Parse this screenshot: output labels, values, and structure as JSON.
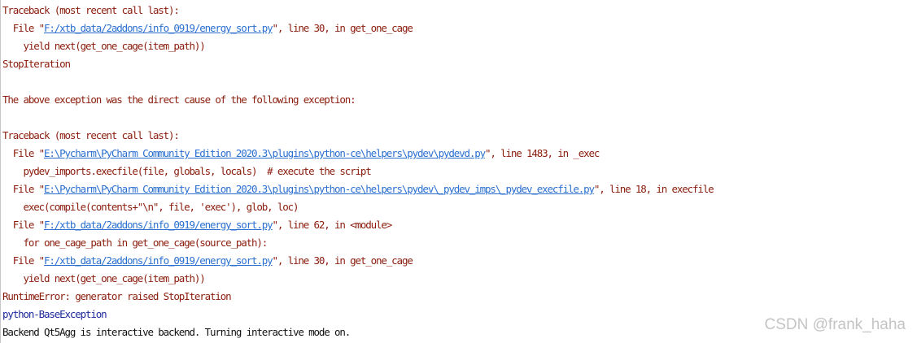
{
  "lines": [
    {
      "kind": "err",
      "text": "Traceback (most recent call last):"
    },
    {
      "kind": "file",
      "pre": "  File \"",
      "link": "F:/xtb_data/2addons/info_0919/energy_sort.py",
      "post": "\", line 30, in get_one_cage"
    },
    {
      "kind": "err",
      "text": "    yield next(get_one_cage(item_path))"
    },
    {
      "kind": "err",
      "text": "StopIteration"
    },
    {
      "kind": "err",
      "text": ""
    },
    {
      "kind": "err",
      "text": "The above exception was the direct cause of the following exception:"
    },
    {
      "kind": "err",
      "text": ""
    },
    {
      "kind": "err",
      "text": "Traceback (most recent call last):"
    },
    {
      "kind": "file",
      "pre": "  File \"",
      "link": "E:\\Pycharm\\PyCharm Community Edition 2020.3\\plugins\\python-ce\\helpers\\pydev\\pydevd.py",
      "post": "\", line 1483, in _exec"
    },
    {
      "kind": "err",
      "text": "    pydev_imports.execfile(file, globals, locals)  # execute the script"
    },
    {
      "kind": "file",
      "pre": "  File \"",
      "link": "E:\\Pycharm\\PyCharm Community Edition 2020.3\\plugins\\python-ce\\helpers\\pydev\\_pydev_imps\\_pydev_execfile.py",
      "post": "\", line 18, in execfile"
    },
    {
      "kind": "err",
      "text": "    exec(compile(contents+\"\\n\", file, 'exec'), glob, loc)"
    },
    {
      "kind": "file",
      "pre": "  File \"",
      "link": "F:/xtb_data/2addons/info_0919/energy_sort.py",
      "post": "\", line 62, in <module>"
    },
    {
      "kind": "err",
      "text": "    for one_cage_path in get_one_cage(source_path):"
    },
    {
      "kind": "file",
      "pre": "  File \"",
      "link": "F:/xtb_data/2addons/info_0919/energy_sort.py",
      "post": "\", line 30, in get_one_cage"
    },
    {
      "kind": "err",
      "text": "    yield next(get_one_cage(item_path))"
    },
    {
      "kind": "err",
      "text": "RuntimeError: generator raised StopIteration"
    },
    {
      "kind": "info",
      "text": "python-BaseException"
    },
    {
      "kind": "plain",
      "text": "Backend Qt5Agg is interactive backend. Turning interactive mode on."
    }
  ],
  "watermark": "CSDN @frank_haha"
}
